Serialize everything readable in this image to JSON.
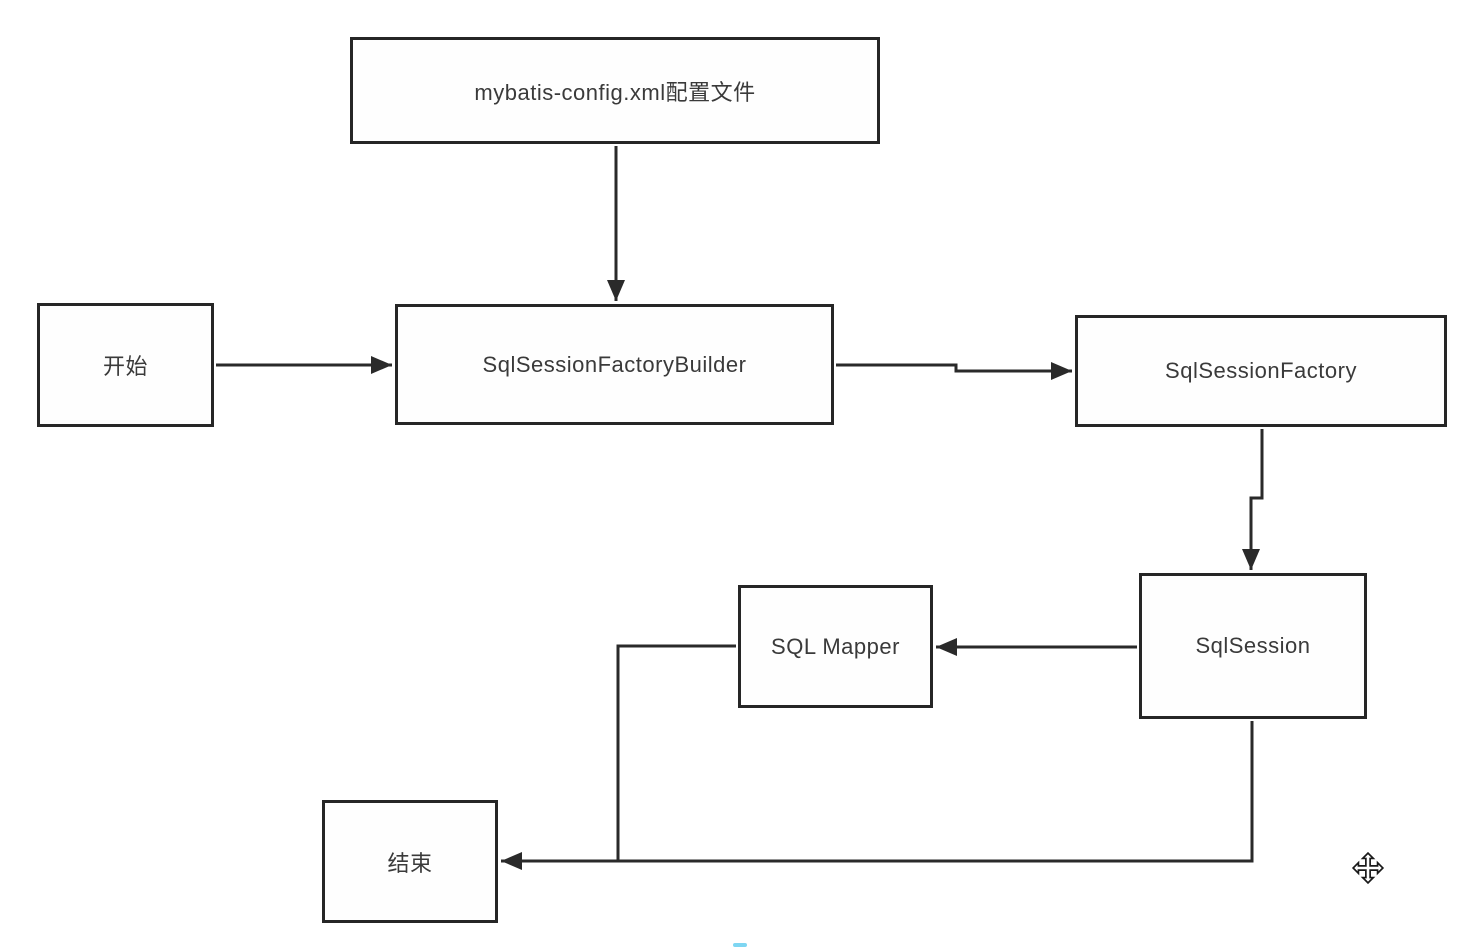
{
  "diagram": {
    "type": "flowchart",
    "nodes": {
      "config": {
        "label": "mybatis-config.xml配置文件"
      },
      "start": {
        "label": "开始"
      },
      "builder": {
        "label": "SqlSessionFactoryBuilder"
      },
      "factory": {
        "label": "SqlSessionFactory"
      },
      "session": {
        "label": "SqlSession"
      },
      "mapper": {
        "label": "SQL Mapper"
      },
      "end": {
        "label": "结束"
      }
    },
    "edges": [
      {
        "from": "config",
        "to": "builder",
        "arrow": true
      },
      {
        "from": "start",
        "to": "builder",
        "arrow": true
      },
      {
        "from": "builder",
        "to": "factory",
        "arrow": true
      },
      {
        "from": "factory",
        "to": "session",
        "arrow": true
      },
      {
        "from": "session",
        "to": "mapper",
        "arrow": true
      },
      {
        "from": "mapper",
        "to": "end",
        "arrow": false
      },
      {
        "from": "session",
        "to": "end",
        "arrow": true
      }
    ],
    "colors": {
      "box_border": "#262626",
      "line": "#2a2a2a",
      "text": "#3a3a3a",
      "background": "#ffffff",
      "bottom_mark": "#7ed6f2"
    },
    "icons": {
      "move_cursor": "move-cursor-icon"
    }
  }
}
